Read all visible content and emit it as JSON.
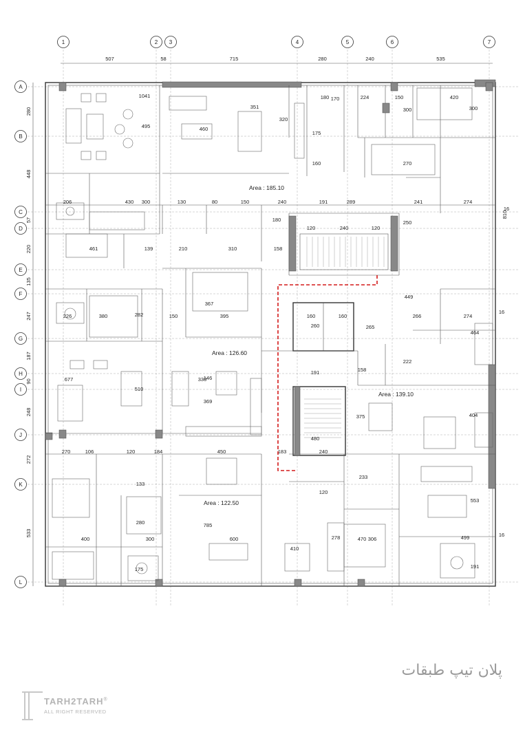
{
  "grid": {
    "columns": [
      "1",
      "2",
      "3",
      "4",
      "5",
      "6",
      "7"
    ],
    "rows": [
      "A",
      "B",
      "C",
      "D",
      "E",
      "F",
      "G",
      "H",
      "I",
      "J",
      "K",
      "L"
    ],
    "top_dimensions": [
      "507",
      "58",
      "715",
      "280",
      "240",
      "535"
    ],
    "left_dimensions": [
      "280",
      "448",
      "57",
      "220",
      "135",
      "247",
      "187",
      "90",
      "248",
      "272",
      "533"
    ],
    "right_dimensions": [
      "810",
      "16",
      "16",
      "16"
    ]
  },
  "areas": [
    "Area : 185.10",
    "Area : 126.60",
    "Area : 139.10",
    "Area : 122.50"
  ],
  "room_dimensions": [
    "1041",
    "495",
    "460",
    "351",
    "320",
    "180",
    "170",
    "224",
    "150",
    "420",
    "300",
    "300",
    "206",
    "430",
    "300",
    "130",
    "80",
    "150",
    "240",
    "191",
    "289",
    "241",
    "274",
    "120",
    "240",
    "120",
    "250",
    "461",
    "139",
    "210",
    "310",
    "158",
    "180",
    "175",
    "160",
    "270",
    "226",
    "380",
    "282",
    "150",
    "395",
    "367",
    "449",
    "266",
    "274",
    "464",
    "677",
    "330",
    "510",
    "146",
    "369",
    "191",
    "158",
    "260",
    "160",
    "160",
    "265",
    "222",
    "375",
    "404",
    "270",
    "106",
    "120",
    "184",
    "450",
    "183",
    "240",
    "480",
    "133",
    "280",
    "300",
    "785",
    "233",
    "278",
    "410",
    "470",
    "306",
    "553",
    "499",
    "400",
    "175",
    "600",
    "191",
    "120"
  ],
  "title_fa": "پلان تیپ طبقات",
  "logo": {
    "name": "TARH2TARH",
    "registered": "®",
    "tagline": "ALL RIGHT RESERVED"
  }
}
